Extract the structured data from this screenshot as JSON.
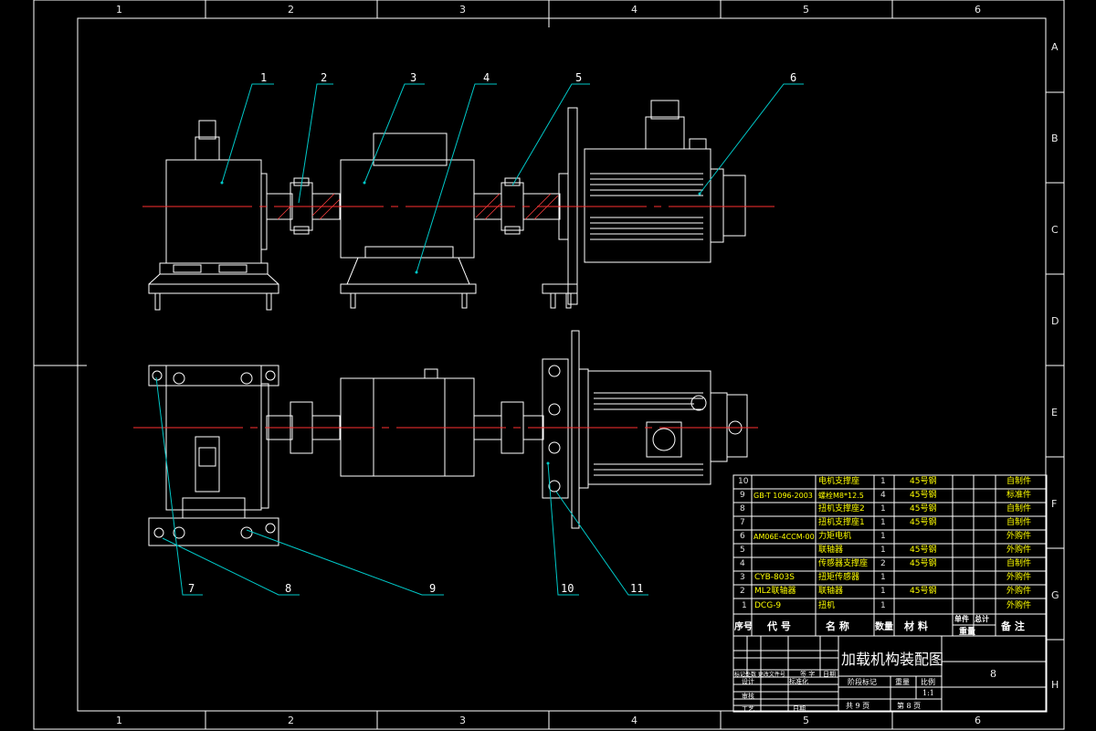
{
  "border": {
    "columns": [
      "1",
      "2",
      "3",
      "4",
      "5",
      "6"
    ],
    "rows": [
      "A",
      "B",
      "C",
      "D",
      "E",
      "F",
      "G",
      "H"
    ]
  },
  "callouts": [
    "1",
    "2",
    "3",
    "4",
    "5",
    "6",
    "7",
    "8",
    "9",
    "10",
    "11"
  ],
  "bom": {
    "rows": [
      {
        "no": "10",
        "code": "",
        "name": "电机支撑座",
        "qty": "1",
        "material": "45号钢",
        "note": "自制件"
      },
      {
        "no": "9",
        "code": "GB-T 1096-2003",
        "name": "螺栓M8*12.5",
        "qty": "4",
        "material": "45号钢",
        "note": "标准件"
      },
      {
        "no": "8",
        "code": "",
        "name": "扭机支撑座2",
        "qty": "1",
        "material": "45号钢",
        "note": "自制件"
      },
      {
        "no": "7",
        "code": "",
        "name": "扭机支撑座1",
        "qty": "1",
        "material": "45号钢",
        "note": "自制件"
      },
      {
        "no": "6",
        "code": "AM06E-4CCM-00",
        "name": "力矩电机",
        "qty": "1",
        "material": "",
        "note": "外购件"
      },
      {
        "no": "5",
        "code": "",
        "name": "联轴器",
        "qty": "1",
        "material": "45号钢",
        "note": "外购件"
      },
      {
        "no": "4",
        "code": "",
        "name": "传感器支撑座",
        "qty": "2",
        "material": "45号钢",
        "note": "自制件"
      },
      {
        "no": "3",
        "code": "CYB-803S",
        "name": "扭矩传感器",
        "qty": "1",
        "material": "",
        "note": "外购件"
      },
      {
        "no": "2",
        "code": "ML2联轴器",
        "name": "联轴器",
        "qty": "1",
        "material": "45号钢",
        "note": "外购件"
      },
      {
        "no": "1",
        "code": "DCG-9",
        "name": "扭机",
        "qty": "1",
        "material": "",
        "note": "外购件"
      }
    ],
    "header": {
      "no": "序号",
      "code": "代 号",
      "name": "名 称",
      "qty": "数量",
      "material": "材 料",
      "unit_weight": "单件",
      "total_weight": "总计",
      "weight": "重量",
      "note": "备 注"
    }
  },
  "title_block": {
    "title": "加载机构装配图",
    "drawing_no": "8",
    "scale_label": "比例",
    "scale_value": "1:1",
    "weight_label": "重量",
    "stage_label": "阶段标记",
    "total_sheets": "共 9 页",
    "sheet": "第 8 页",
    "rev_marks": "标记处数 更改文件号",
    "sign": "签 字",
    "date": "日期",
    "designer": "设计",
    "std": "标准化",
    "review": "审核",
    "process": "工艺",
    "date2": "日期"
  }
}
